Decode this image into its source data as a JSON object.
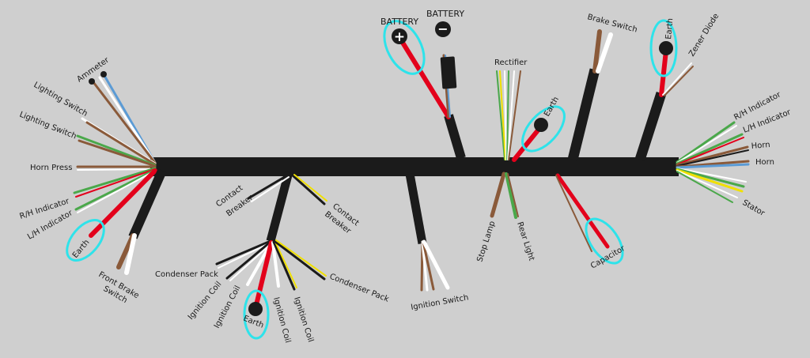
{
  "title": "Wiring harness diagram",
  "colors": {
    "background": "#cfcfcf",
    "harness": "#1b1b1b",
    "highlight": "#2ee3ea",
    "red": "#e3001b",
    "brown": "#8a5a3a",
    "blue": "#5b9bd5",
    "green": "#4aa84a",
    "yellow": "#f0e000",
    "white": "#ffffff"
  },
  "labels": {
    "ammeter": "Ammeter",
    "lighting_switch_1": "Lighting Switch",
    "lighting_switch_2": "Lighting Switch",
    "horn_press": "Horn Press",
    "rh_indicator_left": "R/H Indicator",
    "lh_indicator_left": "L/H Indicator",
    "earth_left": "Earth",
    "front_brake_switch_1": "Front Brake",
    "front_brake_switch_2": "Switch",
    "contact_breaker_1a": "Contact",
    "contact_breaker_1b": "Breaker",
    "contact_breaker_2a": "Contact",
    "contact_breaker_2b": "Breaker",
    "condenser_pack_1": "Condenser Pack",
    "condenser_pack_2": "Condenser Pack",
    "ignition_coil_1": "Ignition Coil",
    "ignition_coil_2": "Ignition Coil",
    "ignition_coil_3": "Ignition Coil",
    "ignition_coil_4": "Ignition Coil",
    "earth_bottom": "Earth",
    "battery_pos": "BATTERY",
    "battery_neg": "BATTERY",
    "ignition_switch": "Ignition Switch",
    "rectifier": "Rectifier",
    "earth_mid": "Earth",
    "stop_lamp": "Stop Lamp",
    "rear_light": "Rear Light",
    "brake_switch": "Brake Switch",
    "earth_top": "Earth",
    "zener_diode": "Zener Diode",
    "capacitor": "Capacitor",
    "rh_indicator_right": "R/H Indicator",
    "lh_indicator_right": "L/H Indicator",
    "horn_1": "Horn",
    "horn_2": "Horn",
    "stator": "Stator"
  },
  "terminals": {
    "battery_pos_symbol": "+",
    "battery_neg_symbol": "−"
  }
}
